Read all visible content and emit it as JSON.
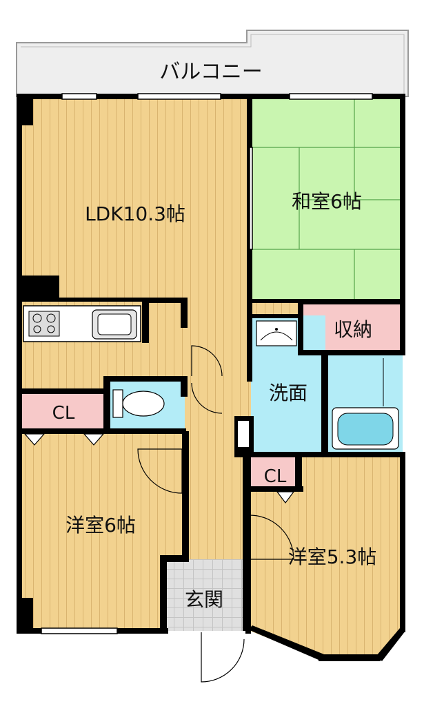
{
  "rooms": {
    "balcony": "バルコニー",
    "ldk": "LDK10.3帖",
    "washitsu": "和室6帖",
    "shuno": "収納",
    "senmen": "洗面",
    "cl_left": "CL",
    "cl_right": "CL",
    "yoshitsu_left": "洋室6帖",
    "yoshitsu_right": "洋室5.3帖",
    "genkan": "玄関"
  },
  "colors": {
    "floor_wood": "#F2D28F",
    "wood_line": "#D9B470",
    "tatami": "#C9F5B0",
    "wet_area": "#B3ECF7",
    "storage": "#F7C9C9",
    "genkan_tile": "#E0E0E0",
    "balcony": "#EEEEEE",
    "wall": "#000000"
  }
}
